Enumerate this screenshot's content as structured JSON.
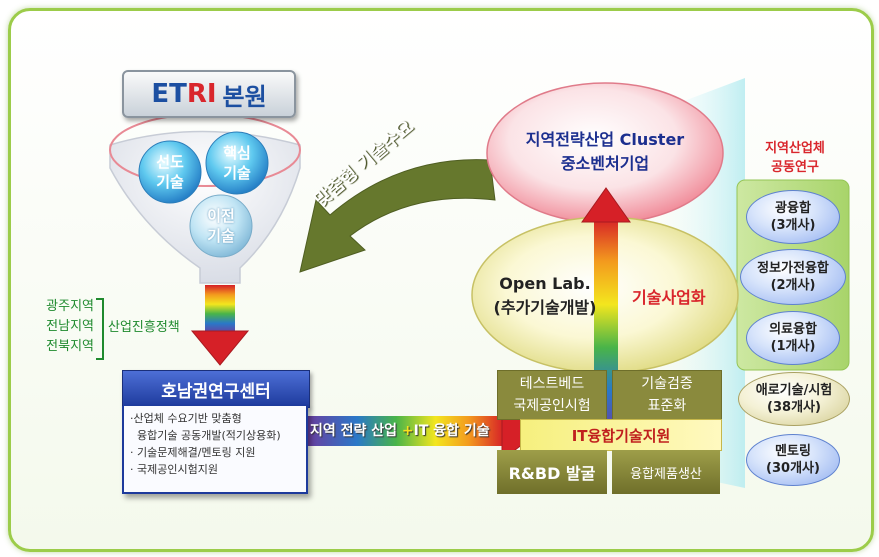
{
  "etri": {
    "part1": "ET",
    "part2": "RI",
    "part3": "본원"
  },
  "funnel_items": [
    {
      "line1": "선도",
      "line2": "기술"
    },
    {
      "line1": "핵심",
      "line2": "기술"
    },
    {
      "line1": "이전",
      "line2": "기술"
    }
  ],
  "regions": [
    "광주지역",
    "전남지역",
    "전북지역"
  ],
  "policy_label": "산업진흥정책",
  "honam": {
    "title": "호남권연구센터",
    "lines": [
      "·산업체 수요기반 맞춤형",
      "  융합기술 공동개발(적기상용화)",
      "· 기술문제해결/멘토링 지원",
      "· 국제공인시험지원"
    ]
  },
  "demand_label": "맞춤형 기술수요",
  "cluster": {
    "line1": "지역전략산업 Cluster",
    "line2": "중소벤처기업"
  },
  "openlab": {
    "line1": "Open Lab.",
    "line2": "(추가기술개발)"
  },
  "commercialization": "기술사업화",
  "test_bed": {
    "line1": "테스트베드",
    "line2": "국제공인시험"
  },
  "verify": {
    "line1": "기술검증",
    "line2": "표준화"
  },
  "it_support": "IT융합기술지원",
  "rbd": "R&BD 발굴",
  "production": "융합제품생산",
  "strategy_arrow": {
    "part1": "지역 전략 산업 ",
    "plus": "+",
    "part2": "IT 융합 기술"
  },
  "side_title": {
    "line1": "지역산업체",
    "line2": "공동연구"
  },
  "side_items": [
    {
      "line1": "광융합",
      "line2": "(3개사)"
    },
    {
      "line1": "정보가전융합",
      "line2": "(2개사)"
    },
    {
      "line1": "의료융합",
      "line2": "(1개사)"
    }
  ],
  "tan_item": {
    "line1": "애로기술/시험",
    "line2": "(38개사)"
  },
  "mentoring": {
    "line1": "멘토링",
    "line2": "(30개사)"
  },
  "colors": {
    "frame": "#9ccc4a",
    "honam": "#1d3a9c",
    "olive": "#8a8a3d",
    "title_red": "#d9262c",
    "region_green": "#1f8a2e",
    "arrow_green": "#66782d"
  }
}
